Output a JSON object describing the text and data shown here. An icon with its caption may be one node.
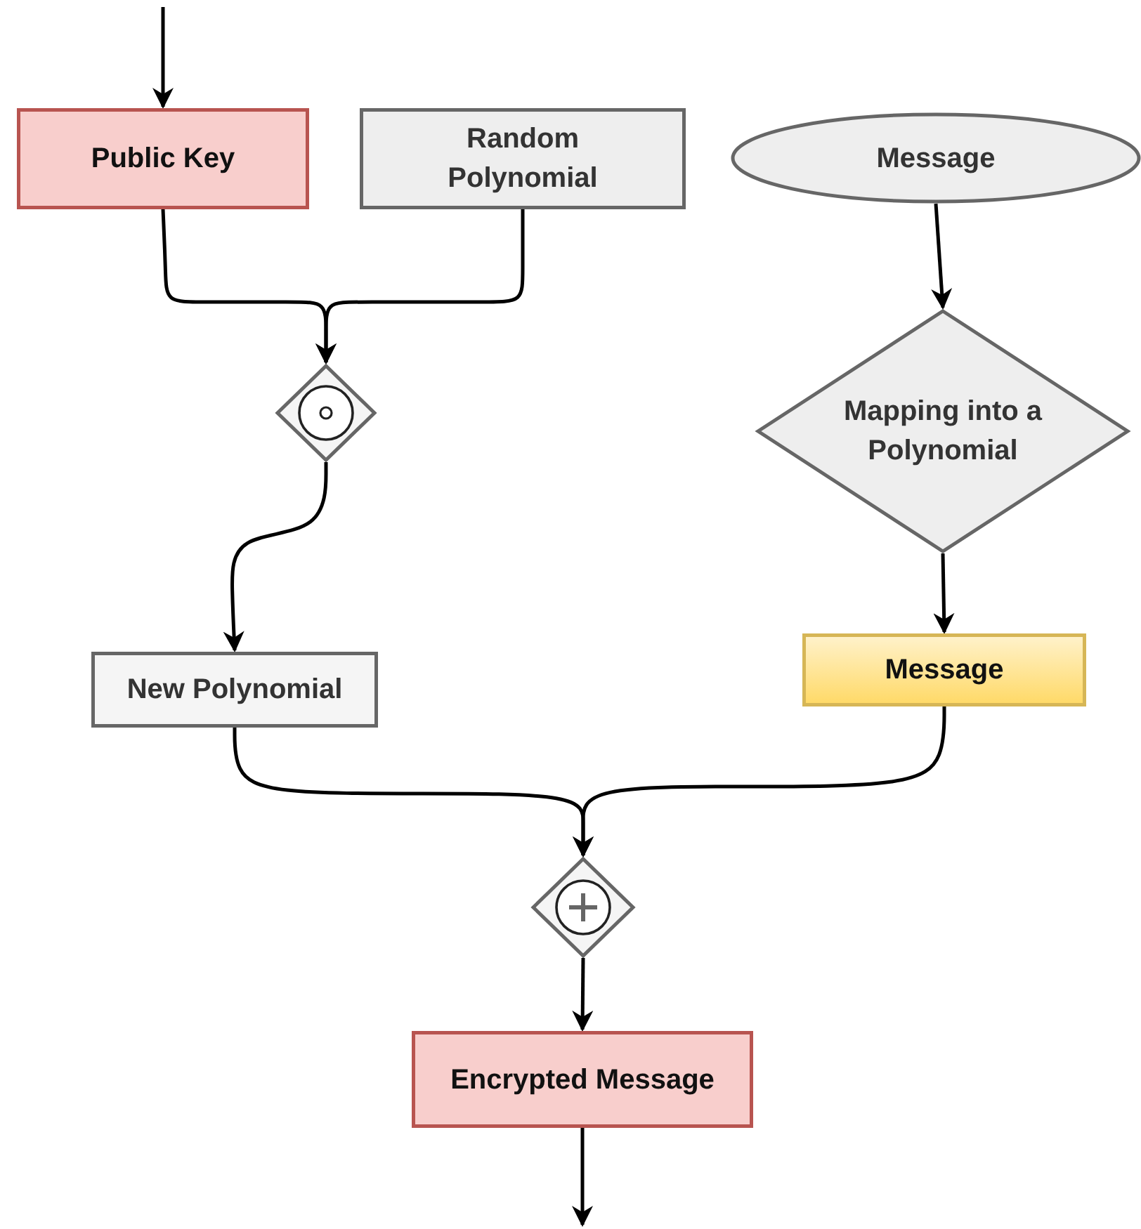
{
  "diagram": {
    "nodes": [
      {
        "text": [
          "Public Key"
        ]
      },
      {
        "text": [
          "Random Polynomial"
        ]
      },
      {
        "text": [
          "Message"
        ]
      },
      {
        "text": [],
        "shape": "diamond"
      },
      {
        "text": [
          "Mapping into a Polynomial"
        ]
      },
      {
        "text": [
          "New Polynomial"
        ]
      },
      {
        "text": [
          "Message"
        ]
      },
      {
        "text": [],
        "shape": "diamond"
      },
      {
        "text": [
          "Encrypted Message"
        ]
      }
    ],
    "edges": [
      {
        "from": null,
        "to": 0,
        "arrow": "to"
      },
      {
        "from": 0,
        "to": 3,
        "arrow": "to"
      },
      {
        "from": 1,
        "to": 3,
        "arrow": "to"
      },
      {
        "from": 3,
        "to": 5,
        "arrow": "to"
      },
      {
        "from": 2,
        "to": 4,
        "arrow": "to"
      },
      {
        "from": 4,
        "to": 6,
        "arrow": "to"
      },
      {
        "from": 5,
        "to": 7,
        "arrow": "to"
      },
      {
        "from": 6,
        "to": 7,
        "arrow": "to"
      },
      {
        "from": 7,
        "to": 8,
        "arrow": "to"
      },
      {
        "from": 8,
        "to": null,
        "arrow": "to"
      }
    ]
  }
}
